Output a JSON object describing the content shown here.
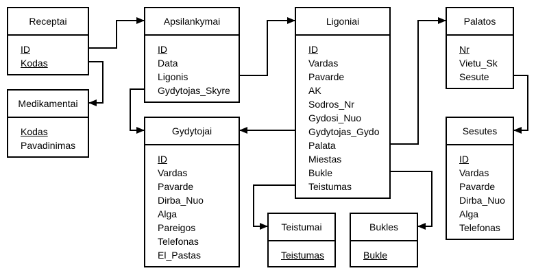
{
  "entities": {
    "receptai": {
      "title": "Receptai",
      "fields": [
        {
          "text": "ID",
          "key": true
        },
        {
          "text": "Kodas",
          "key": true
        }
      ]
    },
    "medikamentai": {
      "title": "Medikamentai",
      "fields": [
        {
          "text": "Kodas",
          "key": true
        },
        {
          "text": "Pavadinimas",
          "key": false
        }
      ]
    },
    "apsilankymai": {
      "title": "Apsilankymai",
      "fields": [
        {
          "text": "ID",
          "key": true
        },
        {
          "text": "Data",
          "key": false
        },
        {
          "text": "Ligonis",
          "key": false
        },
        {
          "text": "Gydytojas_Skyre",
          "key": false
        }
      ]
    },
    "gydytojai": {
      "title": "Gydytojai",
      "fields": [
        {
          "text": "ID",
          "key": true
        },
        {
          "text": "Vardas",
          "key": false
        },
        {
          "text": "Pavarde",
          "key": false
        },
        {
          "text": "Dirba_Nuo",
          "key": false
        },
        {
          "text": "Alga",
          "key": false
        },
        {
          "text": "Pareigos",
          "key": false
        },
        {
          "text": "Telefonas",
          "key": false
        },
        {
          "text": "El_Pastas",
          "key": false
        }
      ]
    },
    "ligoniai": {
      "title": "Ligoniai",
      "fields": [
        {
          "text": "ID",
          "key": true
        },
        {
          "text": "Vardas",
          "key": false
        },
        {
          "text": "Pavarde",
          "key": false
        },
        {
          "text": "AK",
          "key": false
        },
        {
          "text": "Sodros_Nr",
          "key": false
        },
        {
          "text": "Gydosi_Nuo",
          "key": false
        },
        {
          "text": "Gydytojas_Gydo",
          "key": false
        },
        {
          "text": "Palata",
          "key": false
        },
        {
          "text": "Miestas",
          "key": false
        },
        {
          "text": "Bukle",
          "key": false
        },
        {
          "text": "Teistumas",
          "key": false
        }
      ]
    },
    "palatos": {
      "title": "Palatos",
      "fields": [
        {
          "text": "Nr",
          "key": true
        },
        {
          "text": "Vietu_Sk",
          "key": false
        },
        {
          "text": "Sesute",
          "key": false
        }
      ]
    },
    "sesutes": {
      "title": "Sesutes",
      "fields": [
        {
          "text": "ID",
          "key": true
        },
        {
          "text": "Vardas",
          "key": false
        },
        {
          "text": "Pavarde",
          "key": false
        },
        {
          "text": "Dirba_Nuo",
          "key": false
        },
        {
          "text": "Alga",
          "key": false
        },
        {
          "text": "Telefonas",
          "key": false
        }
      ]
    },
    "teistumai": {
      "title": "Teistumai",
      "fields": [
        {
          "text": "Teistumas",
          "key": true
        }
      ]
    },
    "bukles": {
      "title": "Bukles",
      "fields": [
        {
          "text": "Bukle",
          "key": true
        }
      ]
    }
  }
}
